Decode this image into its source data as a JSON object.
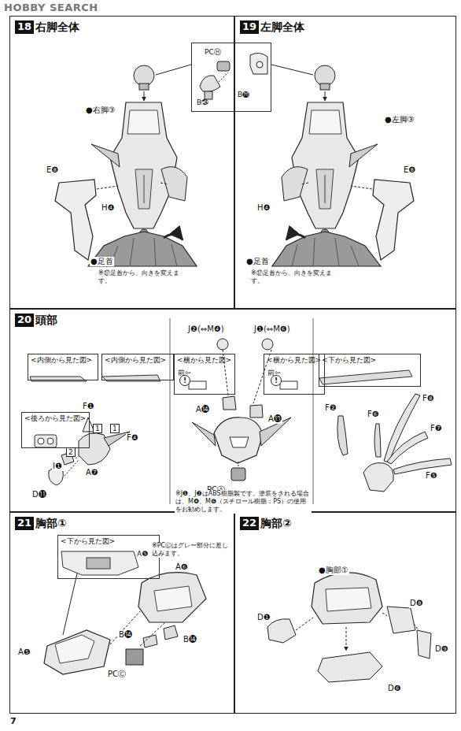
{
  "diagram": {
    "nodes": [
      {
        "text": [
          "18",
          "右脚全体"
        ]
      },
      {
        "text": [
          "PCⒽ",
          "B⓴",
          "B㉔"
        ]
      },
      {
        "text": [
          "19",
          "左脚全体"
        ]
      },
      {
        "text": [
          "20",
          "頭部"
        ]
      },
      {
        "text": [
          "<内側から見た図>"
        ],
        "in": 3
      },
      {
        "text": [
          "<内側から見た図>"
        ],
        "in": 3
      },
      {
        "text": [
          "<後ろから見た図>"
        ],
        "in": 3
      },
      {
        "text": [
          "<横から見た図>",
          "前⇦"
        ],
        "in": 3
      },
      {
        "text": [
          "<横から見た図>",
          "前⇦"
        ],
        "in": 3
      },
      {
        "text": [
          "<下から見た図>"
        ],
        "in": 3
      },
      {
        "text": [
          "21",
          "胸部①"
        ]
      },
      {
        "text": [
          "<下から見た図>",
          "A❺"
        ],
        "in": 10
      },
      {
        "text": [
          "22",
          "胸部②"
        ]
      }
    ],
    "labels": [
      "HOBBY SEARCH",
      "●右脚③",
      "E❽",
      "H❹",
      "●足首",
      "※⑰足首から、向きを変えます。",
      "●左脚③",
      "E❽",
      "H❹",
      "●足首",
      "※⑰足首から、向きを変えます。",
      "F❶",
      "F❹",
      "1",
      "1",
      "2",
      "I❶",
      "A❼",
      "D⓫",
      "J❷(⇔M❹)",
      "J❶(⇔M❻)",
      "A⓮",
      "A⓭",
      "PCⒶ",
      "※J❶、J❷はABS樹脂製です。塗装をされる場合は、M❹、M❻（スチロール樹脂：PS）の使用をお勧めします。",
      "F❽",
      "F❷",
      "F❻",
      "F❼",
      "F❺",
      "A❻",
      "A❺",
      "B⓮",
      "B⓮",
      "PCⒸ",
      "※PCⒸはグレー部分に差し込みます。",
      "●胸部①",
      "D❽",
      "D❾",
      "D❶",
      "D❻",
      "7",
      "!",
      "!"
    ]
  }
}
